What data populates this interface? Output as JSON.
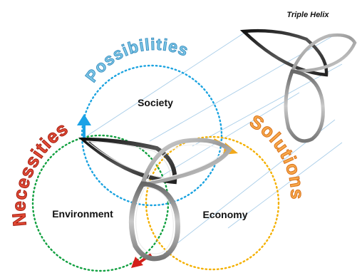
{
  "title": "Triple Helix",
  "sectors": {
    "society": "Society",
    "environment": "Environment",
    "economy": "Economy"
  },
  "arc_words": {
    "possibilities": "Possibilities",
    "solutions": "Solutions",
    "necessities": "Necessities"
  },
  "colors": {
    "possibilities": "#7cc6e6",
    "possibilities_outline": "#3b8fc0",
    "solutions": "#f7a84b",
    "solutions_outline": "#d8711a",
    "necessities": "#e24a35",
    "necessities_outline": "#a51f12",
    "society_circle": "#1ba3e0",
    "economy_circle": "#f4b000",
    "environment_circle": "#11a040",
    "arrow_up": "#1aa2e6",
    "arrow_right": "#f2a91a",
    "arrow_down": "#d3201a",
    "helix_dark": "#222222",
    "helix_mid": "#8a8a8a",
    "helix_light": "#c8c8c8",
    "projection_lines": "#a8cde8"
  }
}
